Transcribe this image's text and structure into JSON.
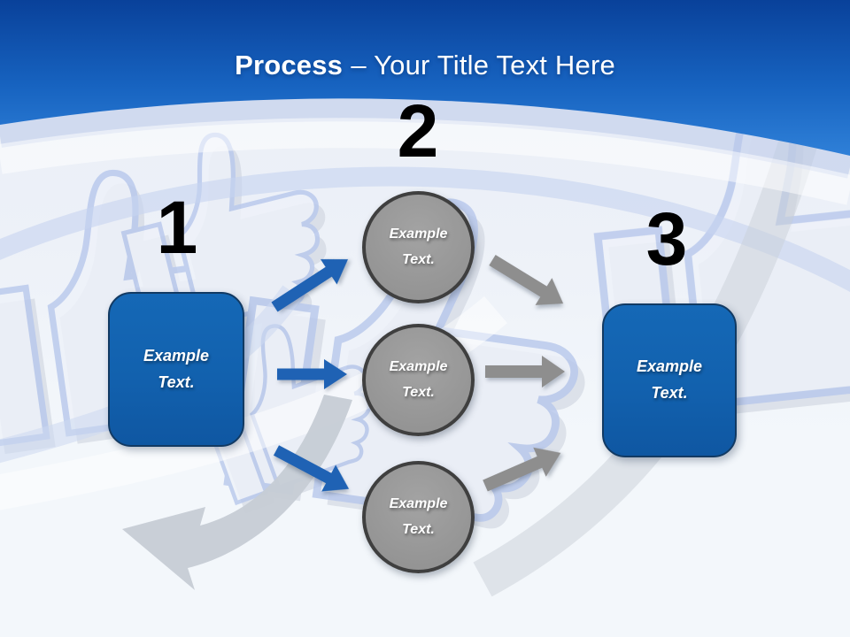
{
  "title": {
    "bold": "Process",
    "rest": "– Your Title Text Here"
  },
  "numbers": [
    "1",
    "2",
    "3"
  ],
  "left_box": {
    "label": "Example\nText."
  },
  "circles": [
    {
      "label": "Example\nText."
    },
    {
      "label": "Example\nText."
    },
    {
      "label": "Example\nText."
    }
  ],
  "right_box": {
    "label": "Example\nText."
  },
  "colors": {
    "header_blue_top": "#09419a",
    "header_blue_bottom": "#2f80d8",
    "shape_blue": "#1263b2",
    "shape_blue_border": "#123a63",
    "circle_gray": "#999999",
    "circle_border": "#3f3f3f",
    "arrow_blue": "#1f62b4",
    "arrow_gray": "#8e8e8e",
    "watermark_outline": "#b7c7ec",
    "number_color": "#000000",
    "label_color": "#ffffff"
  }
}
